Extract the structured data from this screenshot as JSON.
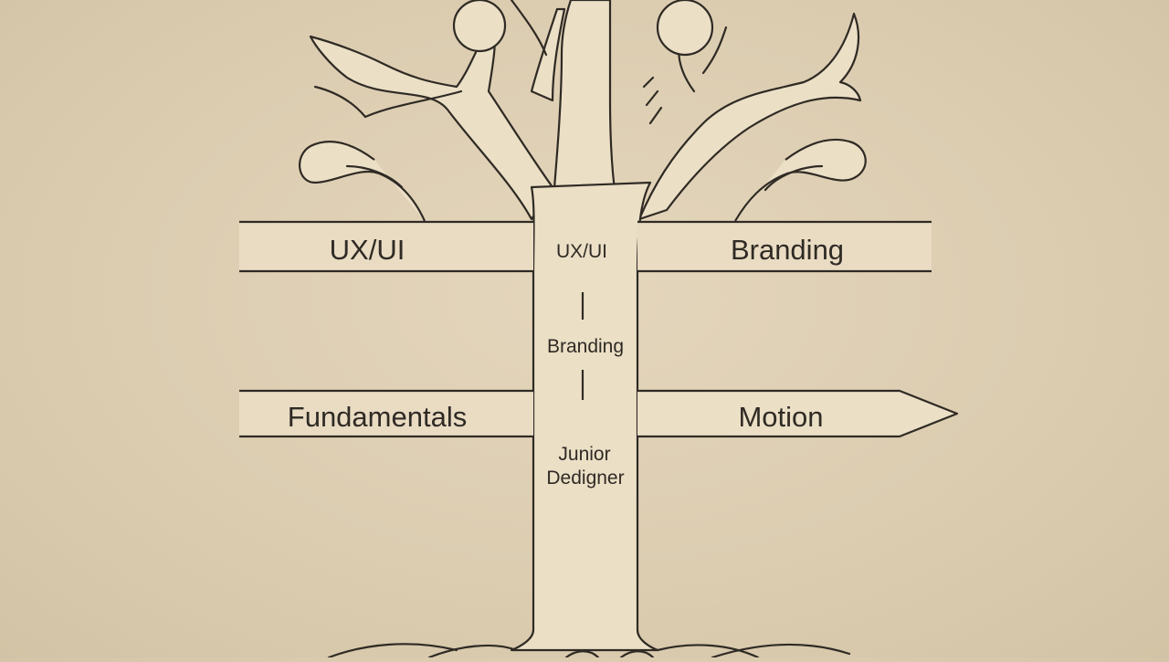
{
  "branches": {
    "upper_left": "UX/UI",
    "upper_right": "Branding",
    "lower_left": "Fundamentals",
    "lower_right": "Motion"
  },
  "trunk": {
    "top_label": "UX/UI",
    "middle_label": "Branding",
    "bottom_label_line1": "Junior",
    "bottom_label_line2": "Dedigner"
  },
  "colors": {
    "background": "#dccdb1",
    "ink": "#2f2a24",
    "tree_fill": "#ebdfc6"
  }
}
